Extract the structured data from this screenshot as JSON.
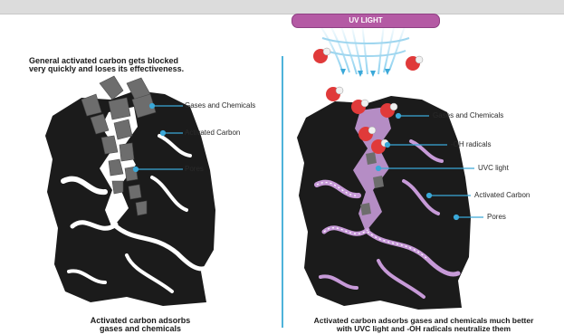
{
  "left_panel": {
    "heading_line1": "General activated carbon gets blocked",
    "heading_line2": "very quickly and loses its effectiveness.",
    "labels": [
      "Gases and Chemicals",
      "Activated Carbon",
      "Pores"
    ],
    "caption_line1": "Activated carbon adsorbs",
    "caption_line2": "gases and chemicals"
  },
  "right_panel": {
    "uv_banner": "UV LIGHT",
    "radical_symbol": "OH",
    "labels": [
      "Gases and Chemicals",
      "-OH radicals",
      "UVC light",
      "Activated Carbon",
      "Pores"
    ],
    "caption_line1": "Activated carbon adsorbs gases and chemicals much better",
    "caption_line2": "with UVC light and -OH radicals neutralize them"
  },
  "colors": {
    "label_line": "#3aa8d8",
    "divider": "#4eb3da",
    "carbon": "#1b1b1b",
    "gas_blocks": "#6d6d6d",
    "uv_banner": "#b45aa4",
    "radical": "#e03a3a",
    "pore_glow": "#c79ad8"
  }
}
